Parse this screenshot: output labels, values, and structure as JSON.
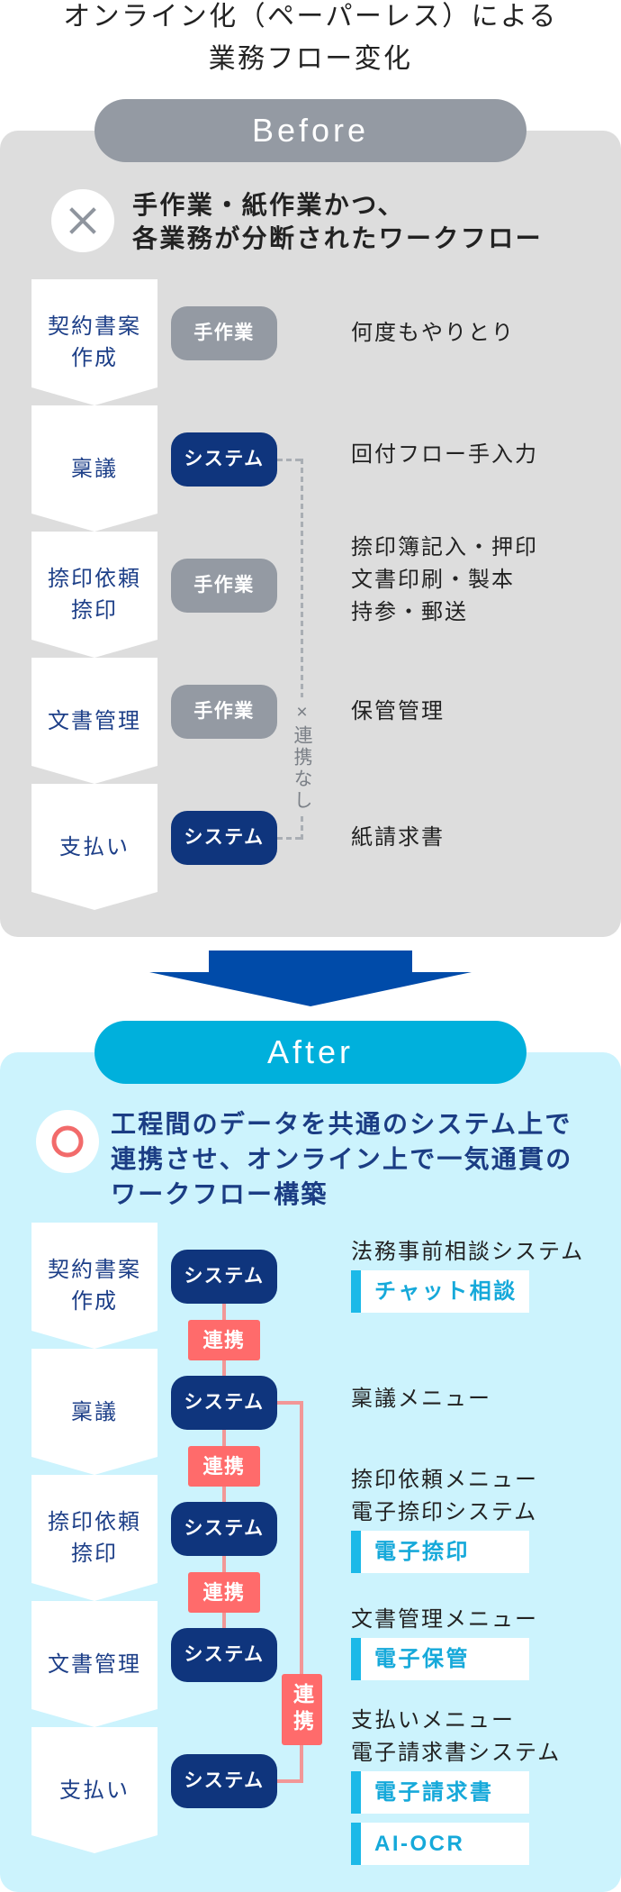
{
  "title": {
    "lines": [
      "オンライン化（ペーパーレス）による",
      "業務フロー変化"
    ]
  },
  "before": {
    "label": "Before",
    "icon": "cross-icon",
    "heading": {
      "lines": [
        "手作業・紙作業かつ、",
        "各業務が分断されたワークフロー"
      ]
    },
    "connector_label": "×連携なし",
    "steps": [
      {
        "name": [
          "契約書案",
          "作成"
        ],
        "badge": "手作業",
        "badge_type": "manual",
        "description": [
          "何度もやりとり"
        ]
      },
      {
        "name": [
          "稟議"
        ],
        "badge": "システム",
        "badge_type": "system",
        "description": [
          "回付フロー手入力"
        ]
      },
      {
        "name": [
          "捺印依頼",
          "捺印"
        ],
        "badge": "手作業",
        "badge_type": "manual",
        "description": [
          "捺印簿記入・押印",
          "文書印刷・製本",
          "持参・郵送"
        ]
      },
      {
        "name": [
          "文書管理"
        ],
        "badge": "手作業",
        "badge_type": "manual",
        "description": [
          "保管管理"
        ]
      },
      {
        "name": [
          "支払い"
        ],
        "badge": "システム",
        "badge_type": "system",
        "description": [
          "紙請求書"
        ]
      }
    ]
  },
  "transition": {
    "icon": "down-arrow-icon"
  },
  "after": {
    "label": "After",
    "icon": "circle-icon",
    "heading": {
      "lines": [
        "工程間のデータを共通のシステム上で",
        "連携させ、オンライン上で一気通貫の",
        "ワークフロー構築"
      ]
    },
    "link_label": "連携",
    "side_link_label": "連携",
    "steps": [
      {
        "name": [
          "契約書案",
          "作成"
        ],
        "badge": "システム",
        "description": [
          "法務事前相談システム"
        ],
        "tags": [
          "チャット相談"
        ]
      },
      {
        "name": [
          "稟議"
        ],
        "badge": "システム",
        "description": [
          "稟議メニュー"
        ],
        "tags": []
      },
      {
        "name": [
          "捺印依頼",
          "捺印"
        ],
        "badge": "システム",
        "description": [
          "捺印依頼メニュー",
          "電子捺印システム"
        ],
        "tags": [
          "電子捺印"
        ]
      },
      {
        "name": [
          "文書管理"
        ],
        "badge": "システム",
        "description": [
          "文書管理メニュー"
        ],
        "tags": [
          "電子保管"
        ]
      },
      {
        "name": [
          "支払い"
        ],
        "badge": "システム",
        "description": [
          "支払いメニュー",
          "電子請求書システム"
        ],
        "tags": [
          "電子請求書",
          "AI-OCR"
        ]
      }
    ]
  },
  "colors": {
    "before_panel": "#DDDDDD",
    "before_pill": "#949AA3",
    "manual_badge": "#949AA3",
    "system_badge": "#0F357D",
    "step_text": "#1D3F88",
    "arrow": "#004BA9",
    "after_pill": "#00B0DC",
    "after_panel": "#CCF3FD",
    "after_heading": "#1B3D84",
    "link_box": "#FF6B6B",
    "link_line": "#F29797",
    "tag_accent": "#1CB9E8",
    "ok_ring": "#F26B6B"
  }
}
